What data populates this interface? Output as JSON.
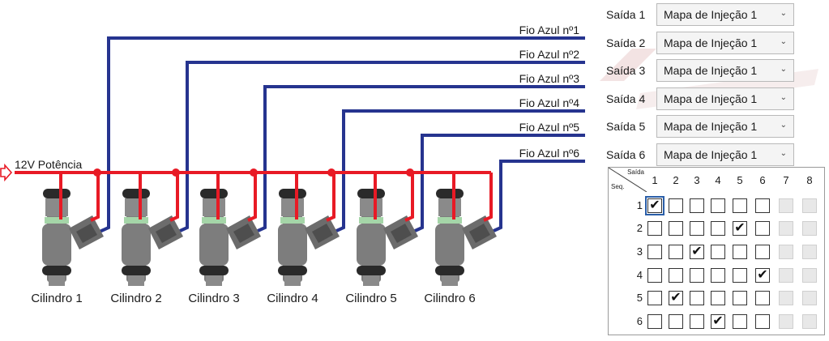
{
  "colors": {
    "wire_blue": "#26348f",
    "wire_red": "#e81a25",
    "injector_body": "#7d7d7d",
    "injector_ring": "#2a2a2a",
    "injector_green": "#a5d5a8"
  },
  "power_label": "12V Potência",
  "wire_labels": [
    "Fio Azul nº1",
    "Fio Azul nº2",
    "Fio Azul nº3",
    "Fio Azul nº4",
    "Fio Azul nº5",
    "Fio Azul nº6"
  ],
  "cylinder_labels": [
    "Cilindro 1",
    "Cilindro 2",
    "Cilindro 3",
    "Cilindro 4",
    "Cilindro 5",
    "Cilindro 6"
  ],
  "outputs": [
    {
      "label": "Saída 1",
      "value": "Mapa de Injeção 1"
    },
    {
      "label": "Saída 2",
      "value": "Mapa de Injeção 1"
    },
    {
      "label": "Saída 3",
      "value": "Mapa de Injeção 1"
    },
    {
      "label": "Saída 4",
      "value": "Mapa de Injeção 1"
    },
    {
      "label": "Saída 5",
      "value": "Mapa de Injeção 1"
    },
    {
      "label": "Saída 6",
      "value": "Mapa de Injeção 1"
    }
  ],
  "sequence_grid": {
    "corner_top": "Saída",
    "corner_bottom": "Seq.",
    "columns": [
      "1",
      "2",
      "3",
      "4",
      "5",
      "6",
      "7",
      "8"
    ],
    "rows": [
      "1",
      "2",
      "3",
      "4",
      "5",
      "6"
    ],
    "checked": [
      [
        true,
        false,
        false,
        false,
        false,
        false,
        false,
        false
      ],
      [
        false,
        false,
        false,
        false,
        true,
        false,
        false,
        false
      ],
      [
        false,
        false,
        true,
        false,
        false,
        false,
        false,
        false
      ],
      [
        false,
        false,
        false,
        false,
        false,
        true,
        false,
        false
      ],
      [
        false,
        true,
        false,
        false,
        false,
        false,
        false,
        false
      ],
      [
        false,
        false,
        false,
        true,
        false,
        false,
        false,
        false
      ]
    ],
    "disabled_columns": [
      "7",
      "8"
    ]
  }
}
